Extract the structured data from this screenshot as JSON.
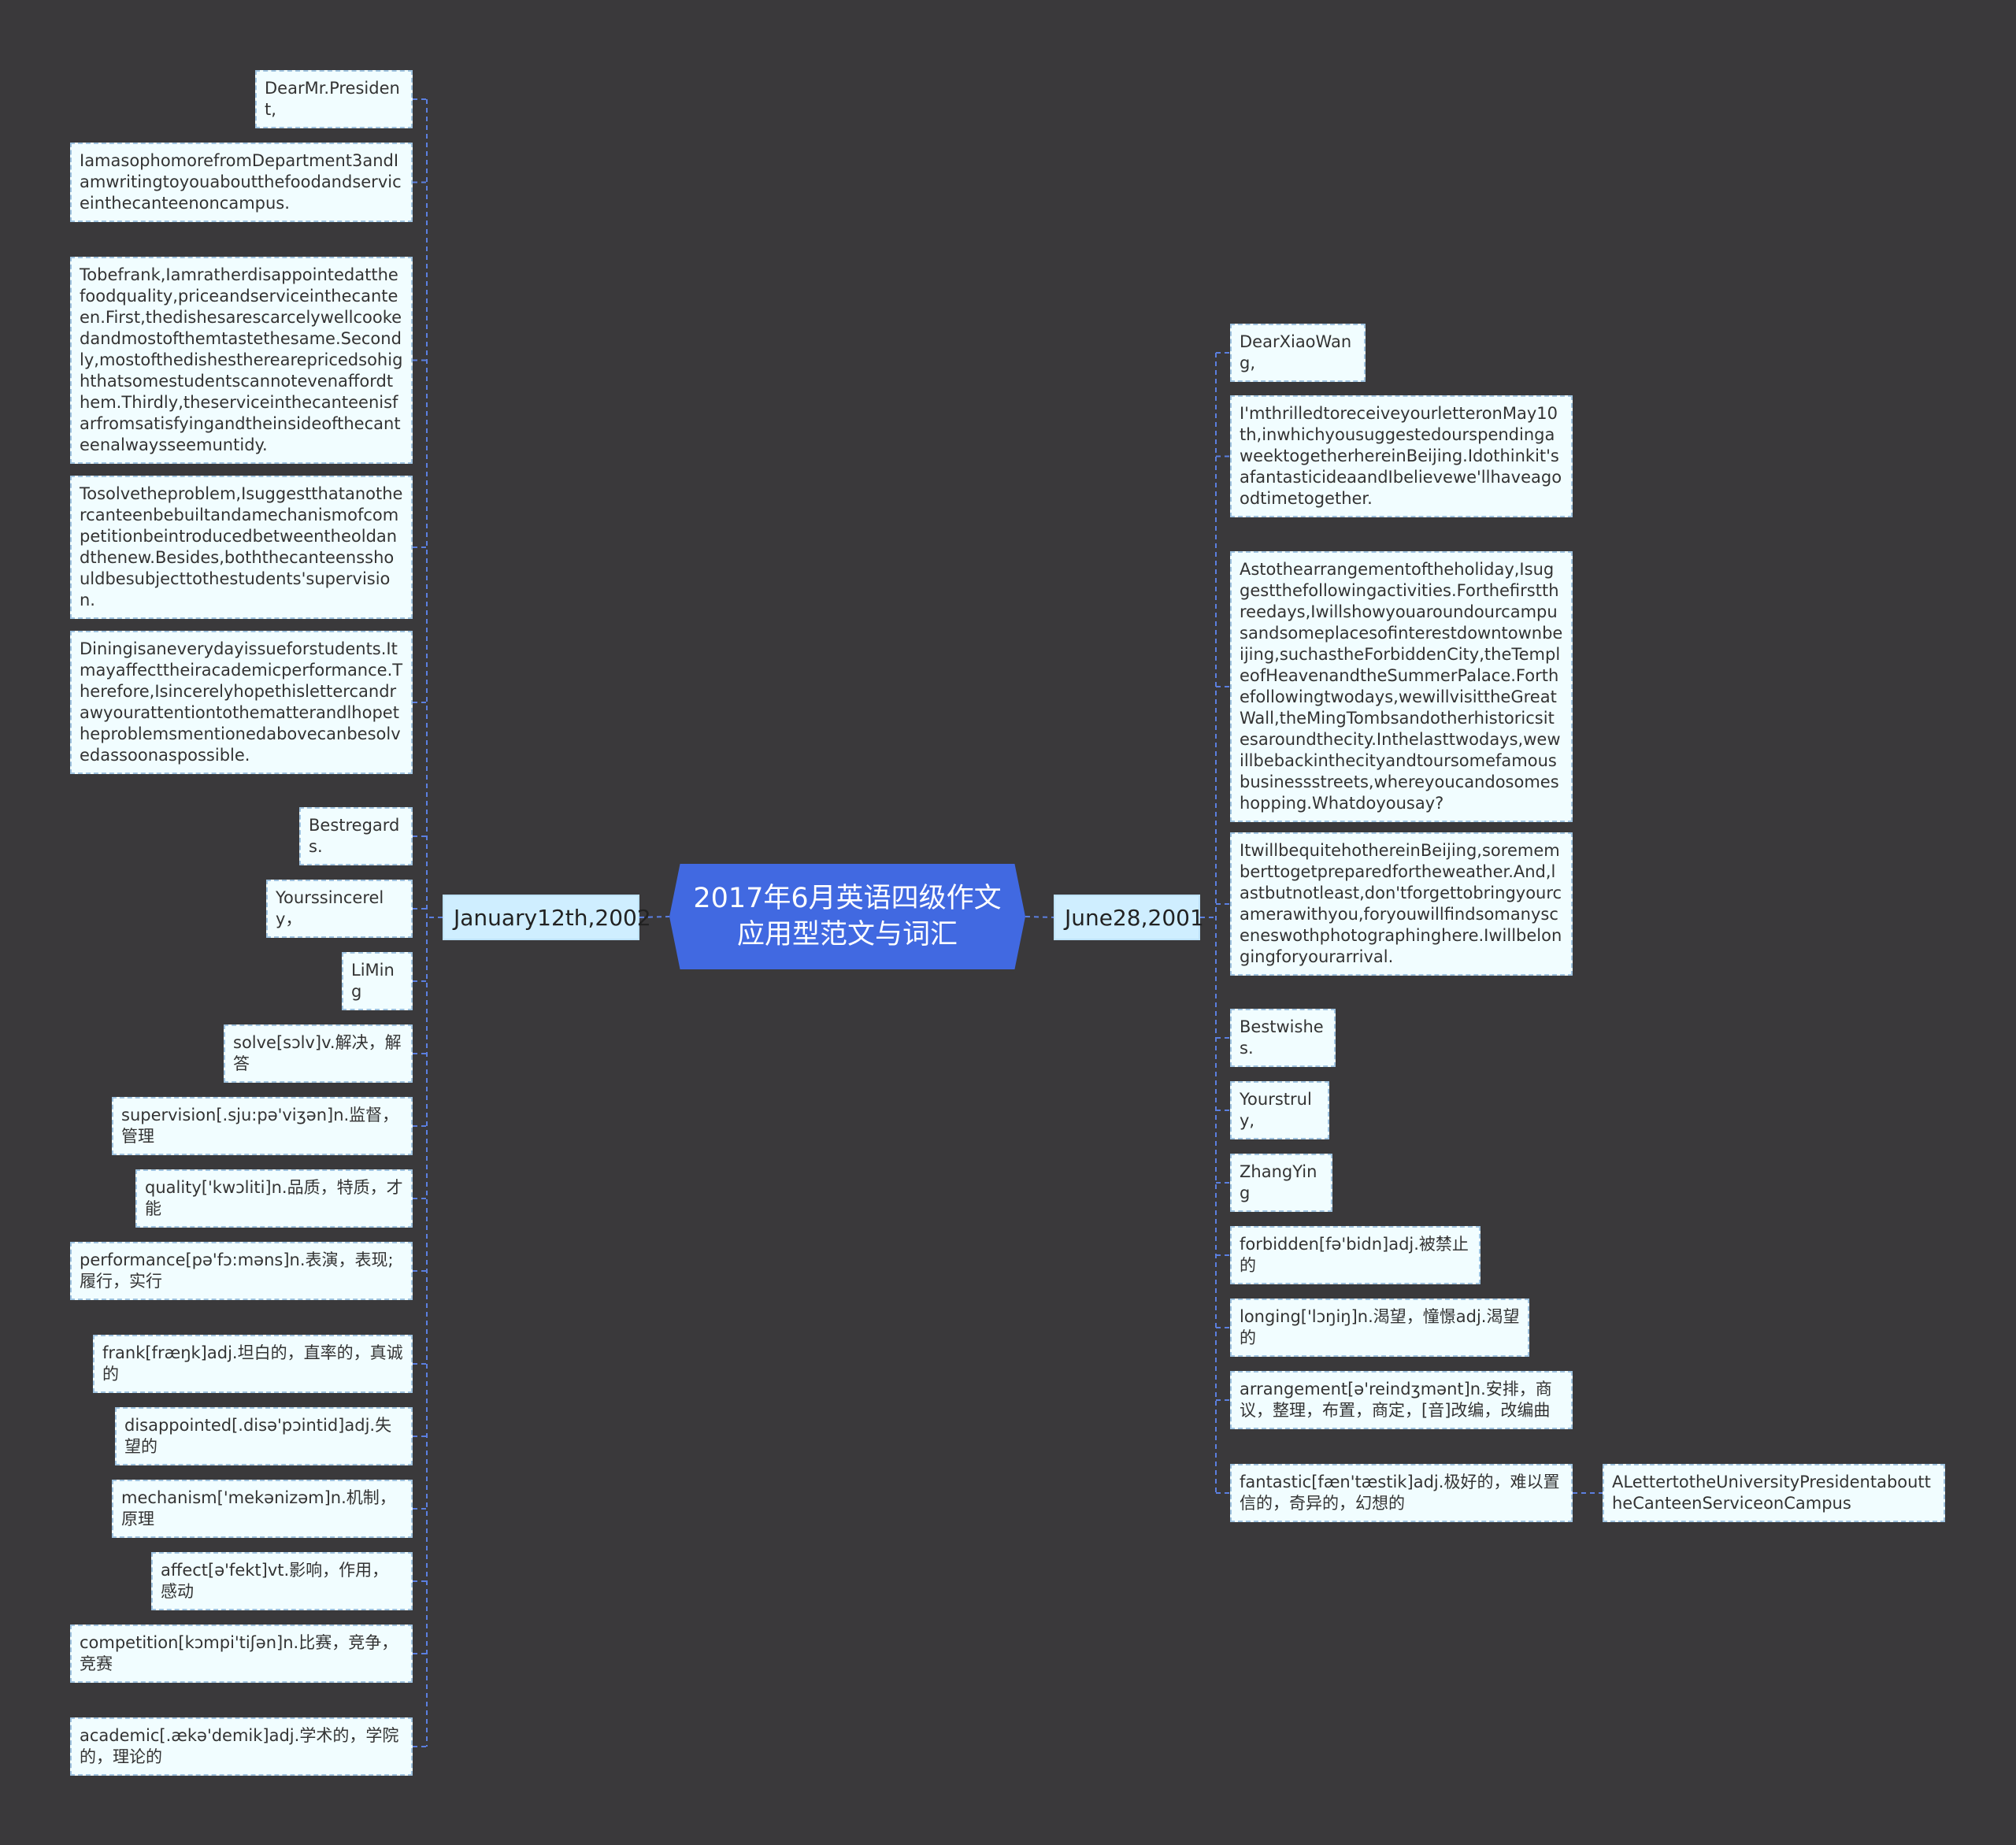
{
  "root": {
    "title": "2017年6月英语四级作文应用型范文与词汇"
  },
  "branches": [
    {
      "label": "January12th,2002",
      "side": "left",
      "children": [
        {
          "text": "DearMr.President,"
        },
        {
          "text": "IamasophomorefromDepartment3andIamwritingtoyouaboutthefoodandserviceinthecanteenoncampus."
        },
        {
          "text": "Tobefrank,Iamratherdisappointedatthefoodquality,priceandserviceinthecanteen.First,thedishesarescarcelywellcookedandmostofthemtastethesame.Secondly,mostofthedishestherearepricedsohighthatsomestudentscannotevenaffordthem.Thirdly,theserviceinthecanteenisfarfromsatisfyingandtheinsideofthecanteenalwaysseemuntidy."
        },
        {
          "text": "Tosolvetheproblem,Isuggestthatanothercanteenbebuiltandamechanismofcompetitionbeintroducedbetweentheoldandthenew.Besides,boththecanteensshouldbesubjecttothestudents'supervision."
        },
        {
          "text": "Diningisaneverydayissueforstudents.Itmayaffecttheiracademicperformance.Therefore,Isincerelyhopethislettercandrawyourattentiontothematterandlhopetheproblemsmentionedabovecanbesolvedassoonaspossible."
        },
        {
          "text": "Bestregards."
        },
        {
          "text": "Yourssincerely，"
        },
        {
          "text": "LiMing"
        },
        {
          "text": "solve[sɔlv]v.解决，解答"
        },
        {
          "text": "supervision[.sju:pə'viʒən]n.监督，管理"
        },
        {
          "text": "quality['kwɔliti]n.品质，特质，才能"
        },
        {
          "text": "performance[pə'fɔ:məns]n.表演，表现;履行，实行"
        },
        {
          "text": "frank[fræŋk]adj.坦白的，直率的，真诚的"
        },
        {
          "text": "disappointed[.disə'pɔintid]adj.失望的"
        },
        {
          "text": "mechanism['mekənizəm]n.机制，原理"
        },
        {
          "text": "affect[ə'fekt]vt.影响，作用，感动"
        },
        {
          "text": "competition[kɔmpi'tiʃən]n.比赛，竞争，竞赛"
        },
        {
          "text": "academic[.ækə'demik]adj.学术的，学院的，理论的"
        }
      ]
    },
    {
      "label": "June28,2001",
      "side": "right",
      "children": [
        {
          "text": "DearXiaoWang,"
        },
        {
          "text": "I'mthrilledtoreceiveyourletteronMay10th,inwhichyousuggestedourspendingaweektogetherhereinBeijing.Idothinkit'safantasticideaandIbelievewe'llhaveagoodtimetogether."
        },
        {
          "text": "Astothearrangementoftheholiday,Isuggestthefollowingactivities.Forthefirstthreedays,Iwillshowyouaroundourcampusandsomeplacesofinterestdowntownbeijing,suchastheForbiddenCity,theTempleofHeavenandtheSummerPalace.Forthefollowingtwodays,wewillvisittheGreatWall,theMingTombsandotherhistoricsitesaroundthecity.Inthelasttwodays,wewillbebackinthecityandtoursomefamousbusinessstreets,whereyoucandosomeshopping.Whatdoyousay?"
        },
        {
          "text": "ItwillbequitehothereinBeijing,sorememberttogetpreparedfortheweather.And,lastbutnotleast,don'tforgettobringyourcamerawithyou,foryouwillfindsomanysceneswothphotographinghere.Iwillbelongingforyourarrival."
        },
        {
          "text": "Bestwishes."
        },
        {
          "text": "Yourstruly,"
        },
        {
          "text": "ZhangYing"
        },
        {
          "text": "forbidden[fə'bidn]adj.被禁止的"
        },
        {
          "text": "longing['lɔŋiŋ]n.渴望，憧憬adj.渴望的"
        },
        {
          "text": "arrangement[ə'reindʒmənt]n.安排，商议，整理，布置，商定，[音]改编，改编曲"
        },
        {
          "text": "fantastic[fæn'tæstik]adj.极好的，难以置信的，奇异的，幻想的"
        }
      ]
    }
  ],
  "extra_node": {
    "text": "ALettertotheUniversityPresidentabouttheCanteenServiceonCampus"
  },
  "colors": {
    "background": "#3a393b",
    "root": "#4169e1",
    "branch": "#cfeeff",
    "node": "#f1fdff",
    "line": "#5b7fe0"
  }
}
